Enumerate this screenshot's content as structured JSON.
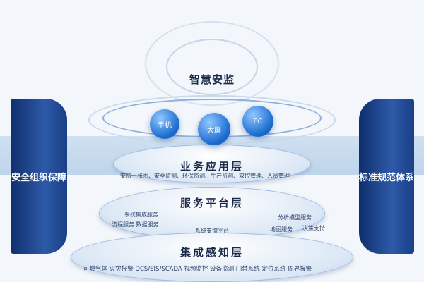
{
  "title": "智慧安监",
  "left_panel": "安全组织保障",
  "right_panel": "标准规范体系",
  "terminals": [
    "手机",
    "大屏",
    "PC"
  ],
  "layers": {
    "application": {
      "title": "业务应用层",
      "items": "安监一张图、安全监测、环保监测、生产监测、双控管理、人员管理"
    },
    "platform": {
      "title": "服务平台层",
      "left": [
        "系统集成服务",
        "流程服务 数据服务"
      ],
      "center": "系统支撑平台",
      "right": [
        "分析模型服务",
        "地图服务",
        "决策支持"
      ]
    },
    "perception": {
      "title": "集成感知层",
      "items": "可燃气体 火灾报警 DCS/SIS/SCADA  视频监控  设备监测  门禁系统  定位系统  周界报警"
    }
  },
  "colors": {
    "panel": "#1f4a94",
    "bubble": "#1f6fd1",
    "band": "#c0d6ec"
  }
}
